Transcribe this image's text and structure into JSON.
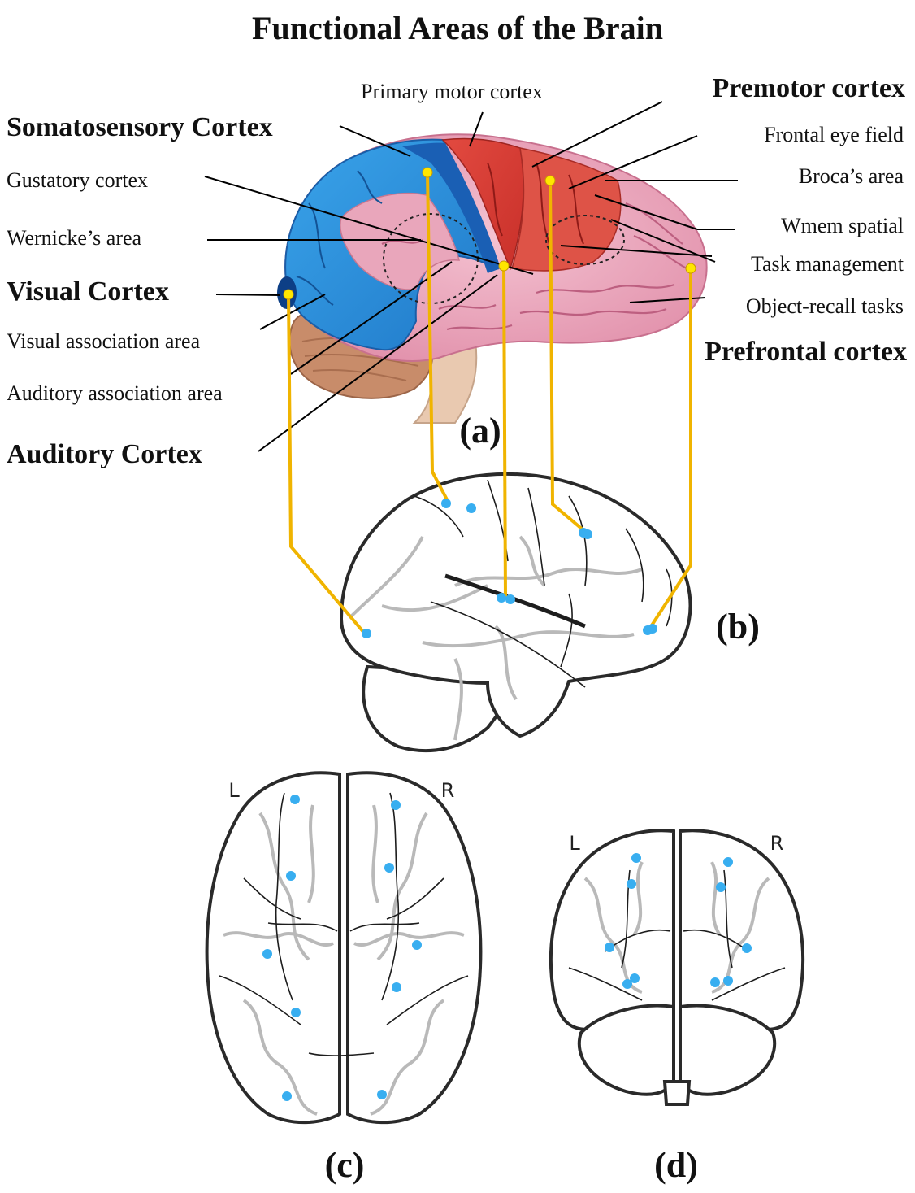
{
  "title": "Functional Areas of the Brain",
  "labels": {
    "primary_motor_cortex": "Primary motor cortex",
    "premotor_cortex": "Premotor cortex",
    "somatosensory_cortex": "Somatosensory Cortex",
    "frontal_eye_field": "Frontal eye field",
    "gustatory_cortex": "Gustatory cortex",
    "brocas_area": "Broca’s area",
    "wmem_spatial": "Wmem spatial",
    "wernickes_area": "Wernicke’s area",
    "task_management": "Task management",
    "visual_cortex": "Visual Cortex",
    "object_recall_tasks": "Object-recall tasks",
    "visual_association_area": "Visual association area",
    "prefrontal_cortex": "Prefrontal cortex",
    "auditory_association_area": "Auditory association area",
    "auditory_cortex": "Auditory Cortex"
  },
  "panels": {
    "a": "(a)",
    "b": "(b)",
    "c": "(c)",
    "d": "(d)"
  },
  "orientation": {
    "c_left": "L",
    "c_right": "R",
    "d_left": "L",
    "d_right": "R"
  },
  "colors": {
    "sensory_blue": "#2f8fdc",
    "motor_red": "#d83c35",
    "cortex_pink": "#eaa6bd",
    "electrode": "#38aef0",
    "connector": "#f0b400"
  }
}
